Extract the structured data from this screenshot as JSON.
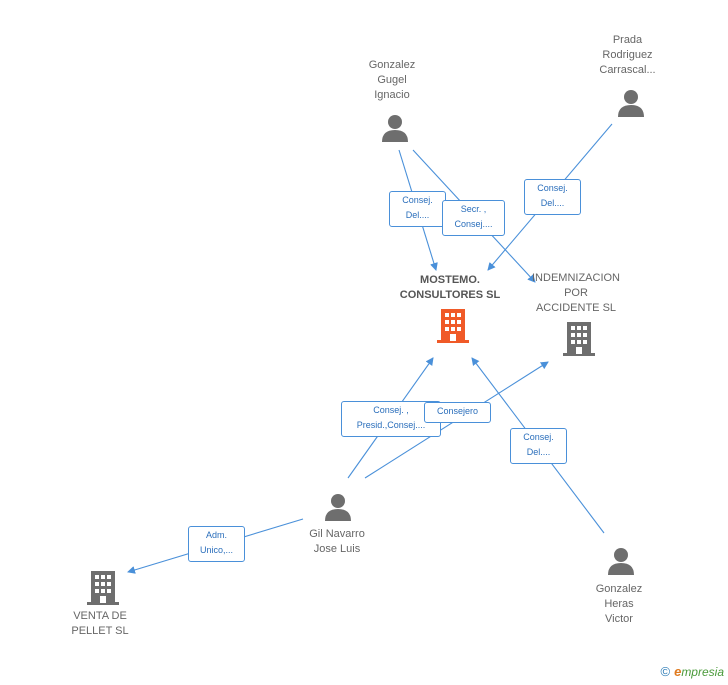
{
  "nodes": {
    "gonzalez_gugel": {
      "label": "Gonzalez\nGugel\nIgnacio",
      "type": "person"
    },
    "prada": {
      "label": "Prada\nRodriguez\nCarrascal...",
      "type": "person"
    },
    "mostemo": {
      "label": "MOSTEMO.\nCONSULTORES SL",
      "type": "company-main"
    },
    "indemnizacion": {
      "label": "INDEMNIZACION\nPOR\nACCIDENTE SL",
      "type": "company"
    },
    "gil_navarro": {
      "label": "Gil Navarro\nJose Luis",
      "type": "person"
    },
    "venta_pellet": {
      "label": "VENTA DE\nPELLET SL",
      "type": "company"
    },
    "gonzalez_heras": {
      "label": "Gonzalez\nHeras\nVictor",
      "type": "person"
    }
  },
  "edge_labels": {
    "gugel_mostemo": "Consej.\nDel....",
    "gugel_indemn": "Secr. ,\nConsej....",
    "prada_mostemo": "Consej.\nDel....",
    "gil_mostemo": "Consej. ,\nPresid.,Consej....",
    "gil_indemn": "Consejero",
    "heras_mostemo": "Consej.\nDel....",
    "gil_venta": "Adm.\nUnico,..."
  },
  "footer": {
    "copyright": "©",
    "brand_initial": "e",
    "brand_rest": "mpresia"
  },
  "colors": {
    "edge": "#4a90d9",
    "person_icon": "#6e6e6e",
    "main_company": "#f05a28",
    "company": "#6e6e6e"
  }
}
